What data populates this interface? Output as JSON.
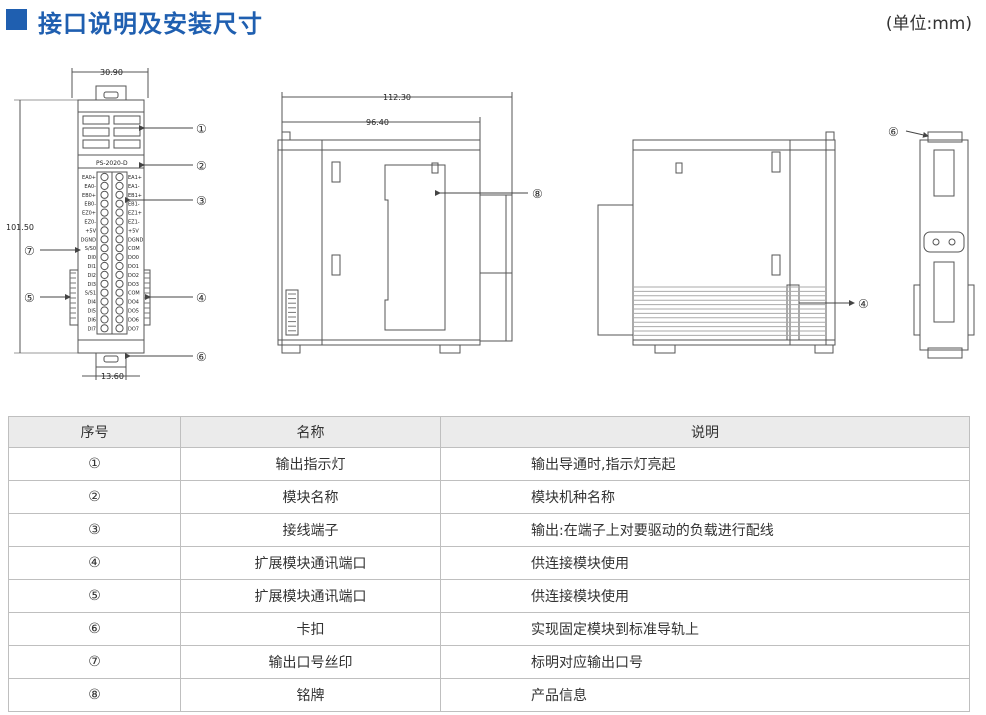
{
  "header": {
    "title": "接口说明及安装尺寸",
    "unit": "(单位:mm)"
  },
  "drawing": {
    "dims": {
      "width_top": "30.90",
      "height_left": "101.50",
      "width_bottom": "13.60",
      "total_length": "112.30",
      "partial_length": "96.40"
    },
    "model_label": "PS-2020-D",
    "terminal_left": [
      "EA0+",
      "EA0-",
      "EB0+",
      "EB0-",
      "EZ0+",
      "EZ0-",
      "+5V",
      "DGND",
      "S/S0",
      "DI0",
      "DI1",
      "DI2",
      "DI3",
      "S/S1",
      "DI4",
      "DI5",
      "DI6",
      "DI7"
    ],
    "terminal_right": [
      "EA1+",
      "EA1-",
      "EB1+",
      "EB1-",
      "EZ1+",
      "EZ1-",
      "+5V",
      "DGND",
      "COM",
      "DO0",
      "DO1",
      "DO2",
      "DO3",
      "COM",
      "DO4",
      "DO5",
      "DO6",
      "DO7"
    ],
    "callouts": {
      "c1": "①",
      "c2": "②",
      "c3": "③",
      "c4": "④",
      "c5": "⑤",
      "c6": "⑥",
      "c7": "⑦",
      "c8": "⑧"
    }
  },
  "table": {
    "headers": [
      "序号",
      "名称",
      "说明"
    ],
    "rows": [
      {
        "no": "①",
        "name": "输出指示灯",
        "desc": "输出导通时,指示灯亮起"
      },
      {
        "no": "②",
        "name": "模块名称",
        "desc": "模块机种名称"
      },
      {
        "no": "③",
        "name": "接线端子",
        "desc": "输出:在端子上对要驱动的负载进行配线"
      },
      {
        "no": "④",
        "name": "扩展模块通讯端口",
        "desc": "供连接模块使用"
      },
      {
        "no": "⑤",
        "name": "扩展模块通讯端口",
        "desc": "供连接模块使用"
      },
      {
        "no": "⑥",
        "name": "卡扣",
        "desc": "实现固定模块到标准导轨上"
      },
      {
        "no": "⑦",
        "name": "输出口号丝印",
        "desc": "标明对应输出口号"
      },
      {
        "no": "⑧",
        "name": "铭牌",
        "desc": "产品信息"
      }
    ]
  }
}
